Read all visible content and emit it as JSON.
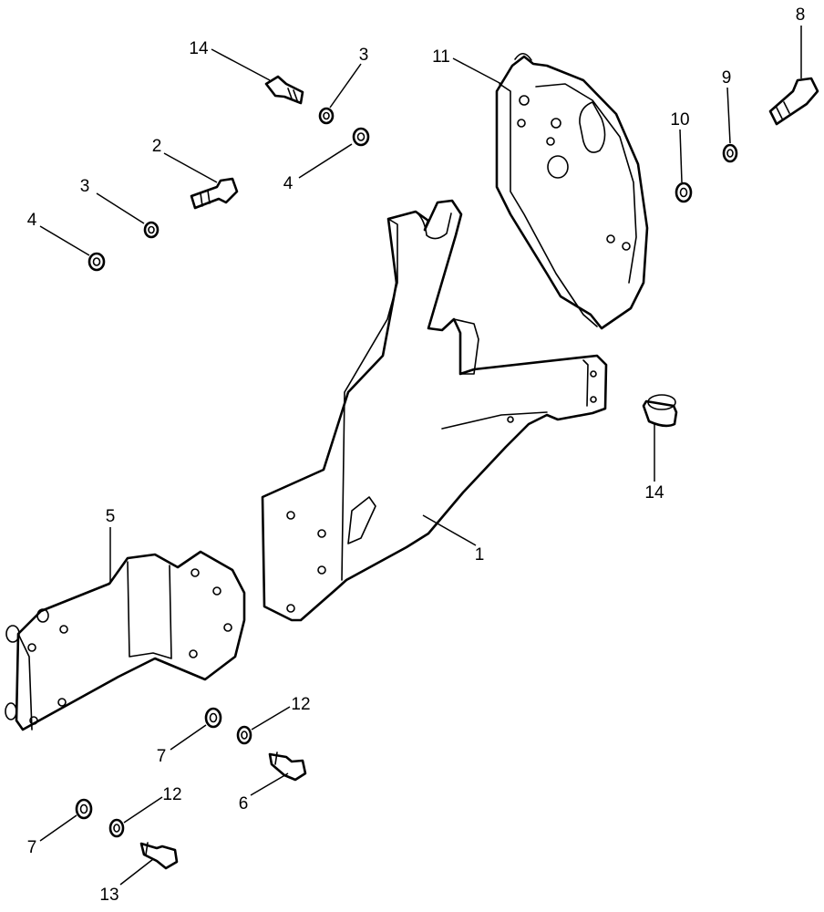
{
  "callouts": [
    {
      "id": "c1",
      "text": "1"
    },
    {
      "id": "c2",
      "text": "2"
    },
    {
      "id": "c3a",
      "text": "3"
    },
    {
      "id": "c3b",
      "text": "3"
    },
    {
      "id": "c4a",
      "text": "4"
    },
    {
      "id": "c4b",
      "text": "4"
    },
    {
      "id": "c5",
      "text": "5"
    },
    {
      "id": "c6",
      "text": "6"
    },
    {
      "id": "c7a",
      "text": "7"
    },
    {
      "id": "c7b",
      "text": "7"
    },
    {
      "id": "c8",
      "text": "8"
    },
    {
      "id": "c9",
      "text": "9"
    },
    {
      "id": "c10",
      "text": "10"
    },
    {
      "id": "c11",
      "text": "11"
    },
    {
      "id": "c12a",
      "text": "12"
    },
    {
      "id": "c12b",
      "text": "12"
    },
    {
      "id": "c13",
      "text": "13"
    },
    {
      "id": "c14a",
      "text": "14"
    },
    {
      "id": "c14b",
      "text": "14"
    }
  ]
}
